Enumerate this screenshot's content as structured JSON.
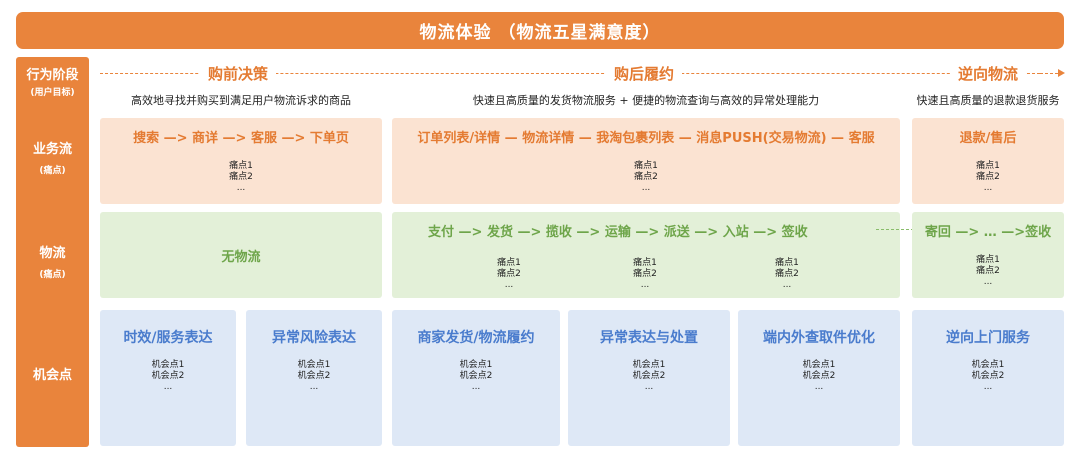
{
  "title": "物流体验 （物流五星满意度）",
  "left": {
    "stage": "行为阶段",
    "stage_sub": "(用户目标)",
    "business": "业务流",
    "business_sub": "(痛点)",
    "logistics": "物流",
    "logistics_sub": "(痛点)",
    "opportunity": "机会点"
  },
  "stages": [
    {
      "name": "购前决策",
      "desc": "高效地寻找并购买到满足用户物流诉求的商品"
    },
    {
      "name": "购后履约",
      "desc": "快速且高质量的发货物流服务 + 便捷的物流查询与高效的异常处理能力"
    },
    {
      "name": "逆向物流",
      "desc": "快速且高质量的退款退货服务"
    }
  ],
  "business_flow": {
    "pre": "搜索 —> 商详 —> 客服 —> 下单页",
    "post": "订单列表/详情 — 物流详情 — 我淘包裹列表 — 消息PUSH(交易物流) — 客服",
    "reverse": "退款/售后"
  },
  "logistics_flow": {
    "pre": "无物流",
    "post": "支付 —> 发货 —> 揽收 —> 运输 —> 派送 —> 入站 —> 签收",
    "reverse": "寄回 —> … —>签收"
  },
  "pain_points": [
    "痛点1",
    "痛点2",
    "..."
  ],
  "opportunities": {
    "items": [
      "时效/服务表达",
      "异常风险表达",
      "商家发货/物流履约",
      "异常表达与处置",
      "端内外查取件优化",
      "逆向上门服务"
    ],
    "points": [
      "机会点1",
      "机会点2",
      "..."
    ]
  }
}
